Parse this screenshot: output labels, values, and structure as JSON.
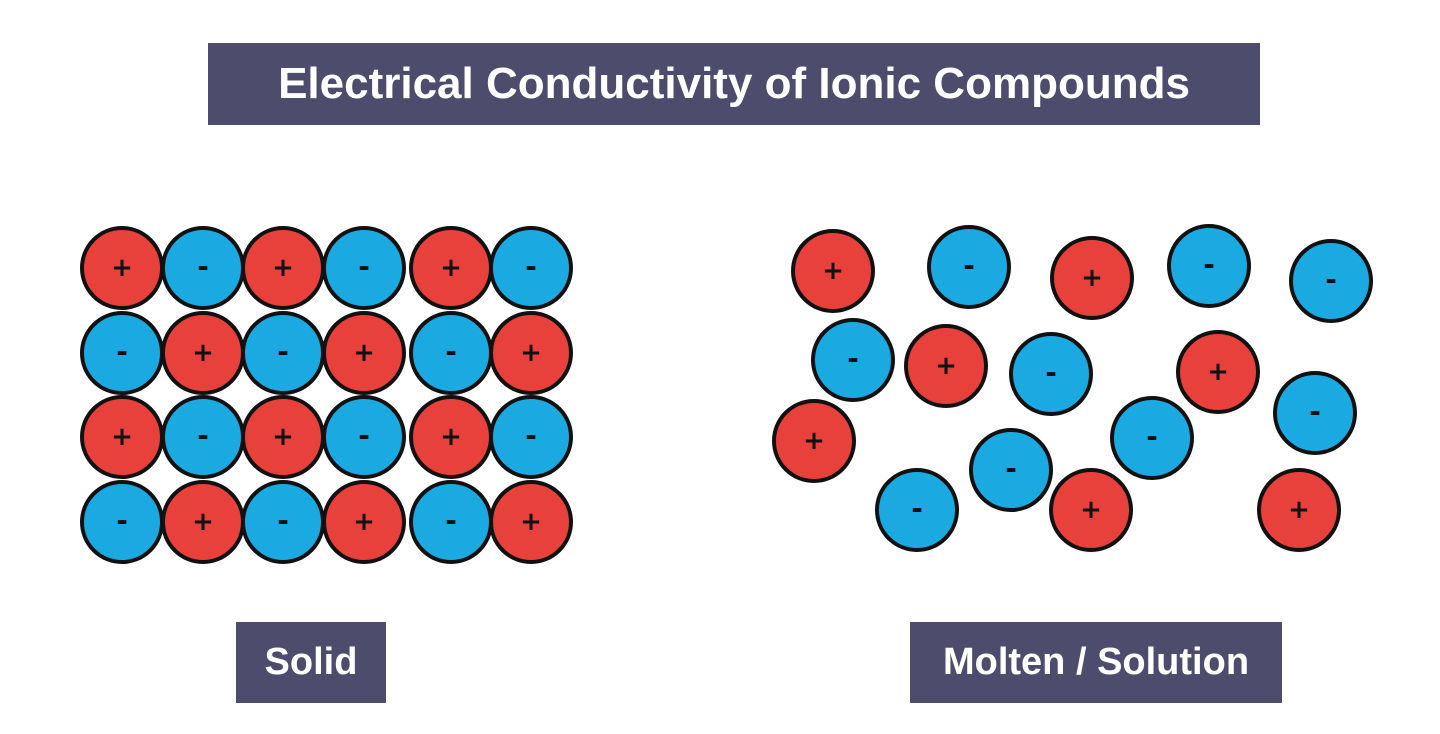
{
  "diagram": {
    "title": "Electrical Conductivity of Ionic Compounds",
    "labels": {
      "solid": "Solid",
      "molten": "Molten / Solution"
    },
    "ion_symbols": {
      "cation": "+",
      "anion": "-"
    },
    "colors": {
      "label_background": "#4d4c6c",
      "label_text": "#ffffff",
      "cation": "#e8403a",
      "anion": "#1aa9e0",
      "outline": "#111111"
    },
    "solid_lattice": {
      "rows": [
        [
          "cation",
          "anion",
          "cation",
          "anion",
          "cation",
          "anion"
        ],
        [
          "anion",
          "cation",
          "anion",
          "cation",
          "anion",
          "cation"
        ],
        [
          "cation",
          "anion",
          "cation",
          "anion",
          "cation",
          "anion"
        ],
        [
          "anion",
          "cation",
          "anion",
          "cation",
          "anion",
          "cation"
        ]
      ]
    },
    "molten_ions": [
      "cation",
      "anion",
      "cation",
      "anion",
      "anion",
      "anion",
      "cation",
      "anion",
      "cation",
      "anion",
      "cation",
      "anion",
      "anion",
      "anion",
      "cation",
      "cation"
    ]
  }
}
